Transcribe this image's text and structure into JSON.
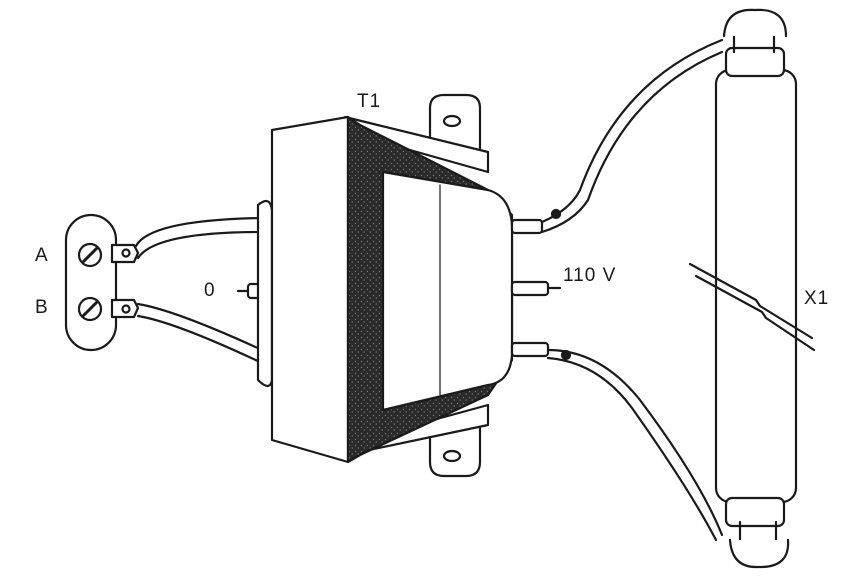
{
  "labels": {
    "transformer": "T1",
    "terminal_a": "A",
    "terminal_b": "B",
    "center_tap": "0",
    "mains_voltage": "110 V",
    "lamp": "X1"
  },
  "colors": {
    "ink": "#1a1a1a",
    "paper": "#ffffff",
    "core": "#2a2a2a"
  }
}
